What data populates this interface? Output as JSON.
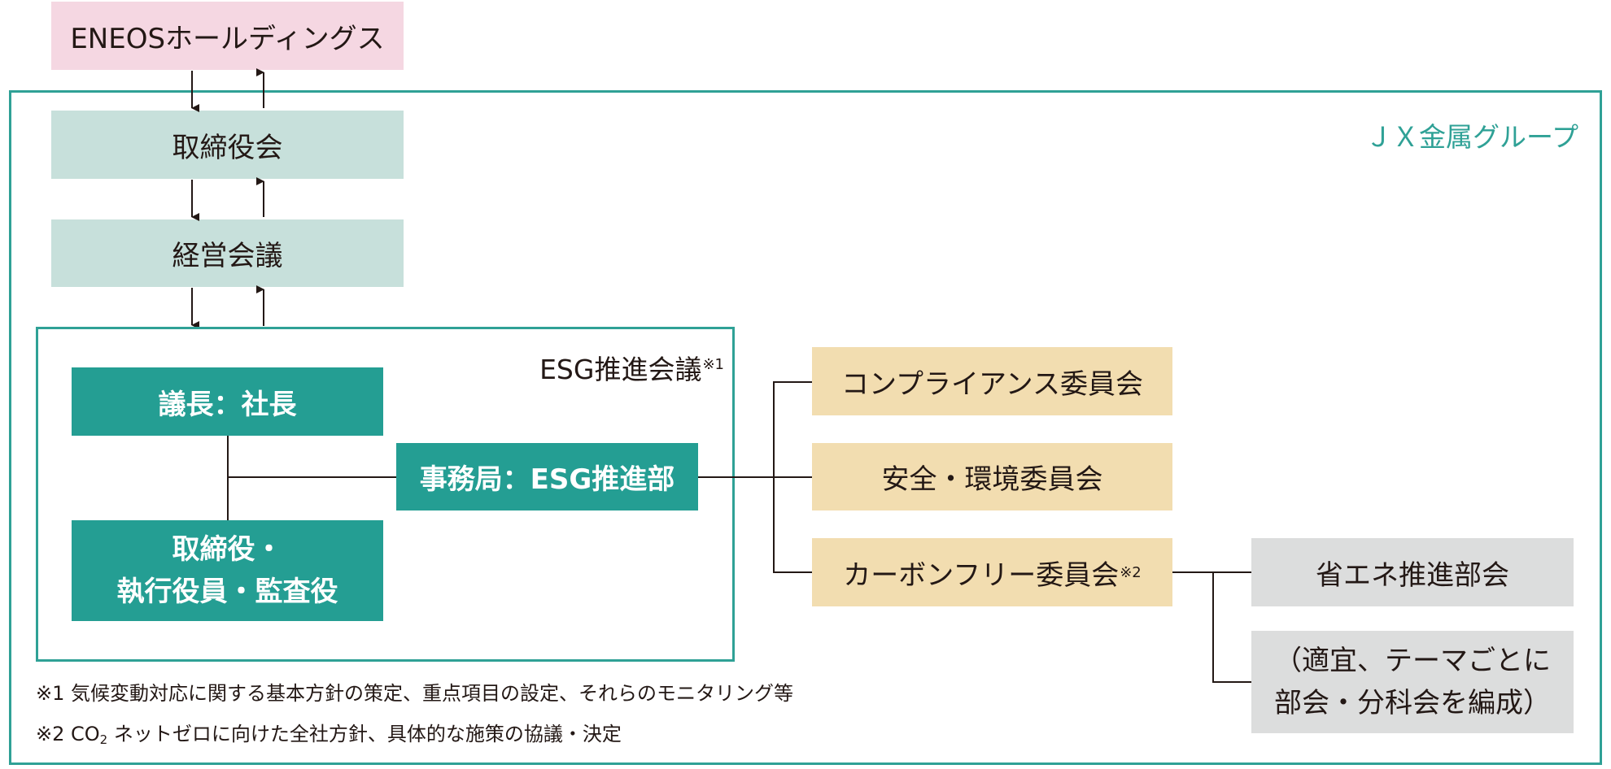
{
  "top": {
    "parent": "ENEOSホールディングス"
  },
  "group": {
    "label": "ＪＸ金属グループ",
    "board": "取締役会",
    "management": "経営会議"
  },
  "esg_council": {
    "title": "ESG推進会議",
    "title_mark": "※1",
    "chair": "議長：社長",
    "secretariat": "事務局：ESG推進部",
    "members_line1": "取締役・",
    "members_line2": "執行役員・監査役"
  },
  "committees": {
    "compliance": "コンプライアンス委員会",
    "safety_env": "安全・環境委員会",
    "carbon_free": "カーボンフリー委員会",
    "carbon_free_mark": "※2"
  },
  "subcommittees": {
    "energy_saving": "省エネ推進部会",
    "others_line1": "（適宜、テーマごとに",
    "others_line2": "部会・分科会を編成）"
  },
  "notes": {
    "note1": "※1 気候変動対応に関する基本方針の策定、重点項目の設定、それらのモニタリング等",
    "note2_prefix": "※2 CO",
    "note2_sub": "2",
    "note2_suffix": " ネットゼロに向けた全社方針、具体的な施策の協議・決定"
  },
  "colors": {
    "teal": "#249e93",
    "pink": "#f5d7e2",
    "mint": "#c7e0db",
    "sand": "#f2ddb0",
    "gray": "#dcdddd"
  }
}
